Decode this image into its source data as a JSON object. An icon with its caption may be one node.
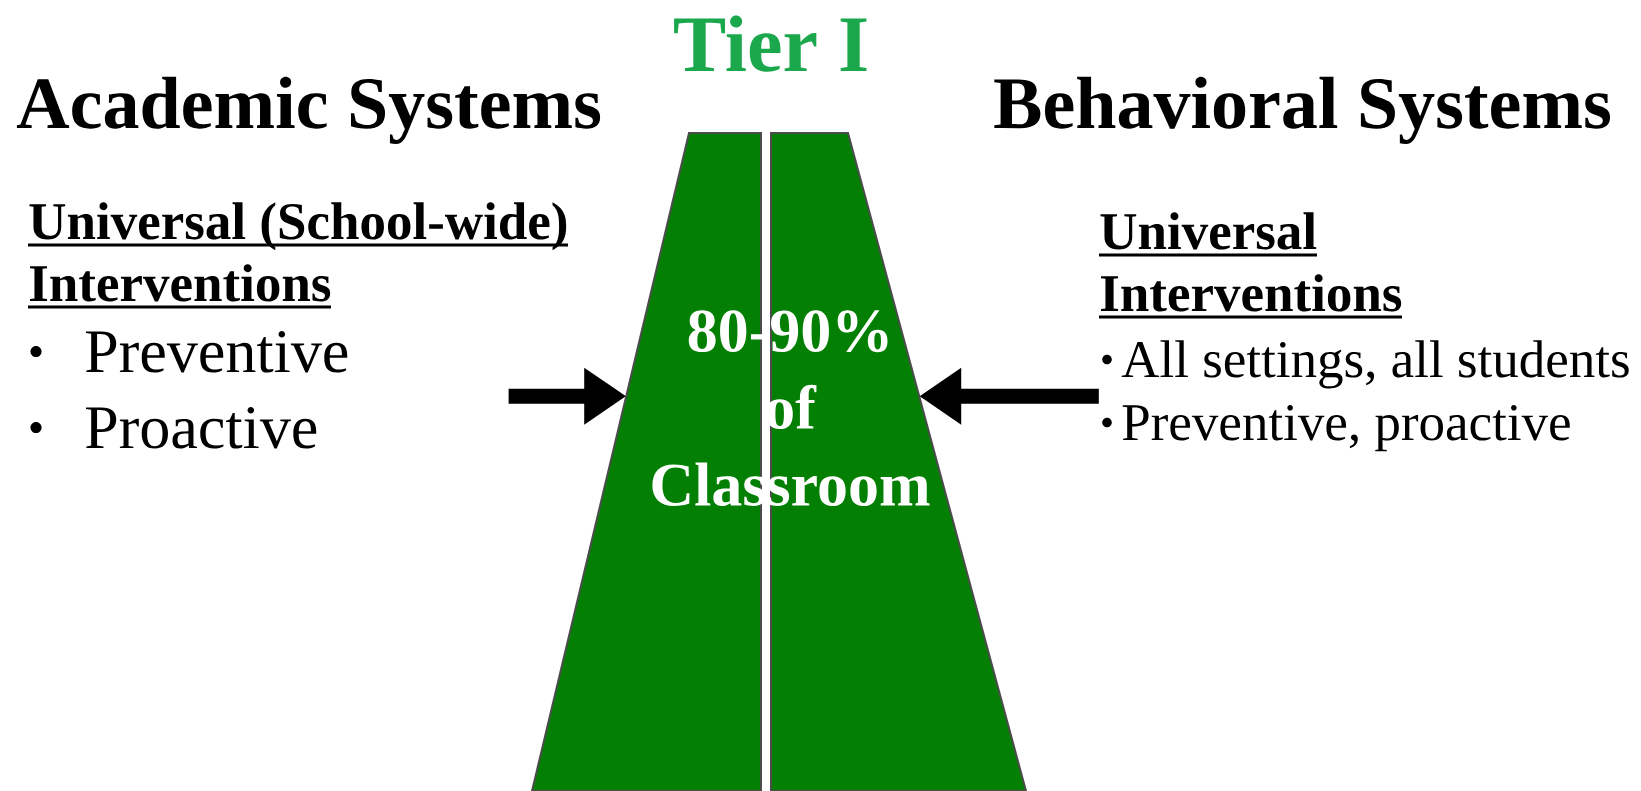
{
  "diagram": {
    "title": "Tier I",
    "nodes": [
      {
        "text": [
          "Universal (School-wide) Interventions",
          "Preventive",
          "Proactive"
        ]
      },
      {
        "text": [],
        "shape": "trapezoid"
      },
      {
        "text": [],
        "shape": "trapezoid"
      },
      {
        "text": [
          "Universal Interventions",
          "All settings, all students",
          "Preventive,  proactive"
        ]
      }
    ],
    "edges": [
      {
        "from": 0,
        "to": 1,
        "arrow": "to"
      },
      {
        "from": 3,
        "to": 2,
        "arrow": "to"
      }
    ],
    "labels": [
      "Academic Systems",
      "Behavioral Systems",
      "80-90% of Classroom"
    ]
  }
}
